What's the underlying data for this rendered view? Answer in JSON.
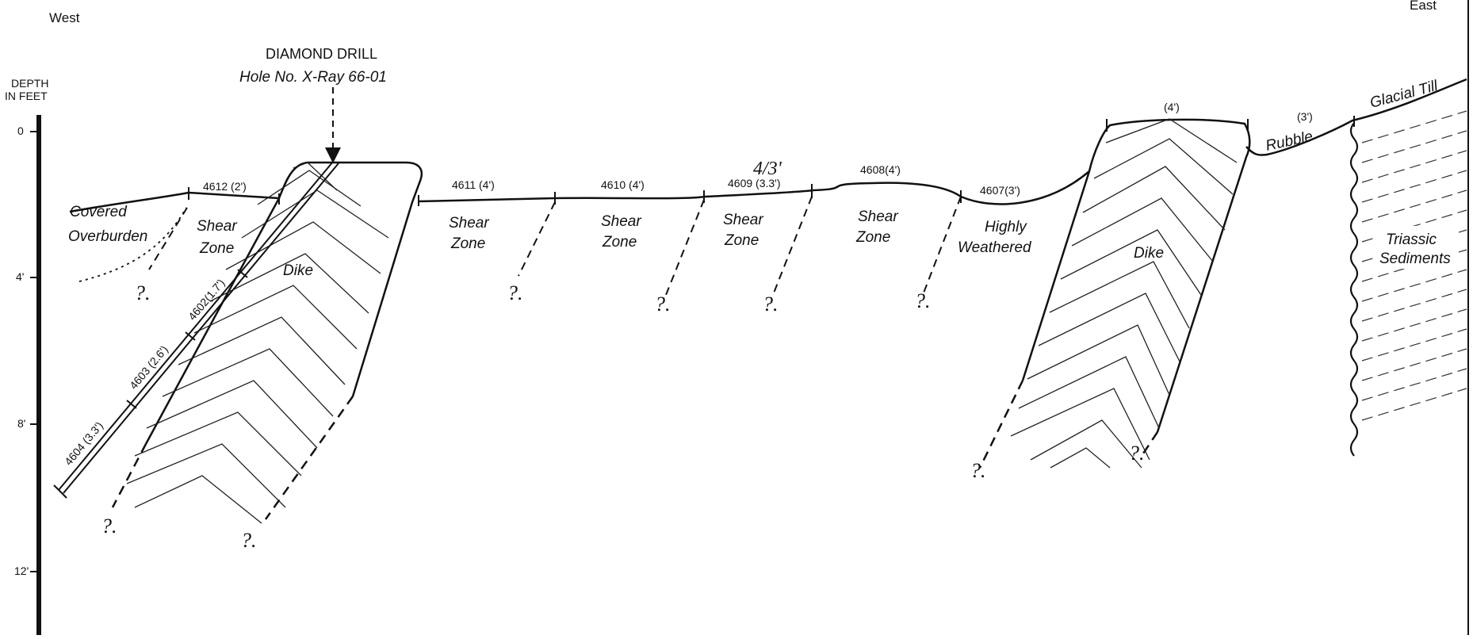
{
  "orientation": {
    "west": "West",
    "east": "East"
  },
  "drill": {
    "title": "DIAMOND DRILL",
    "hole": "Hole No. X-Ray 66-01"
  },
  "depth_axis": {
    "title_line1": "DEPTH",
    "title_line2": "IN FEET",
    "ticks": [
      "0",
      "4'",
      "8'",
      "12'"
    ]
  },
  "units": {
    "covered": "Covered",
    "overburden": "Overburden",
    "shear": "Shear",
    "zone": "Zone",
    "dike": "Dike",
    "highly": "Highly",
    "weathered": "Weathered",
    "rubble": "Rubble",
    "glacial_till": "Glacial Till",
    "triassic": "Triassic",
    "sediments": "Sediments"
  },
  "samples": {
    "s4612": "4612 (2')",
    "s4611": "4611 (4')",
    "s4610": "4610 (4')",
    "s4609": "4609 (3.3')",
    "s4609_note": "4/3'",
    "s4608": "4608(4')",
    "s4607": "4607(3')",
    "dike_top": "(4')",
    "rubble_len": "(3')"
  },
  "core_samples": {
    "c4604": "4604 (3.3')",
    "c4603": "4603 (2.6')",
    "c4602": "4602(1.7')"
  },
  "uncertain_mark": "?."
}
